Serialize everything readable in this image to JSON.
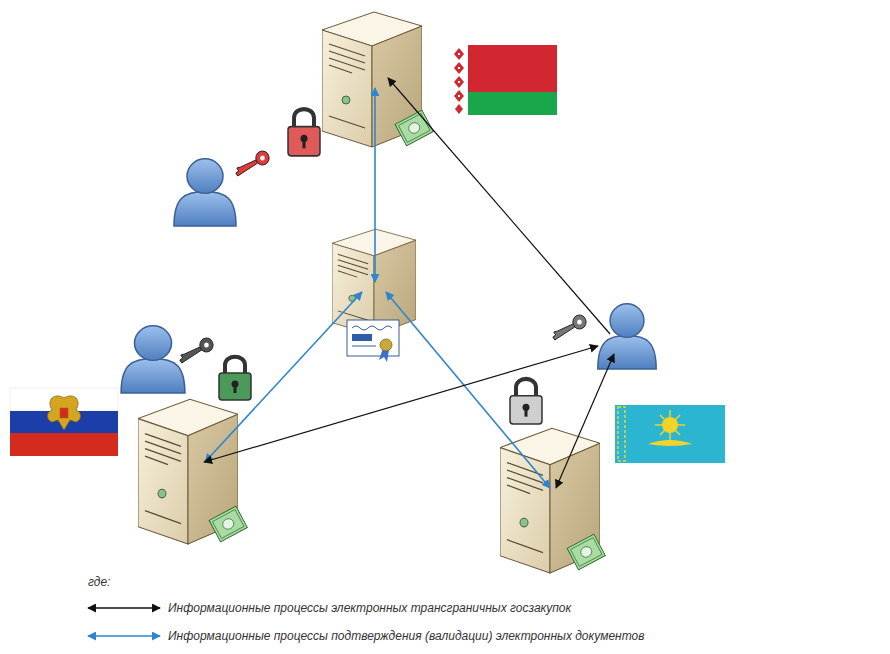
{
  "diagram": {
    "labels": [
      "где:"
    ],
    "legend": [
      {
        "text": "Информационные процессы электронных трансграничных госзакупок"
      },
      {
        "text": "Информационные процессы подтверждения (валидации) электронных документов"
      }
    ]
  }
}
